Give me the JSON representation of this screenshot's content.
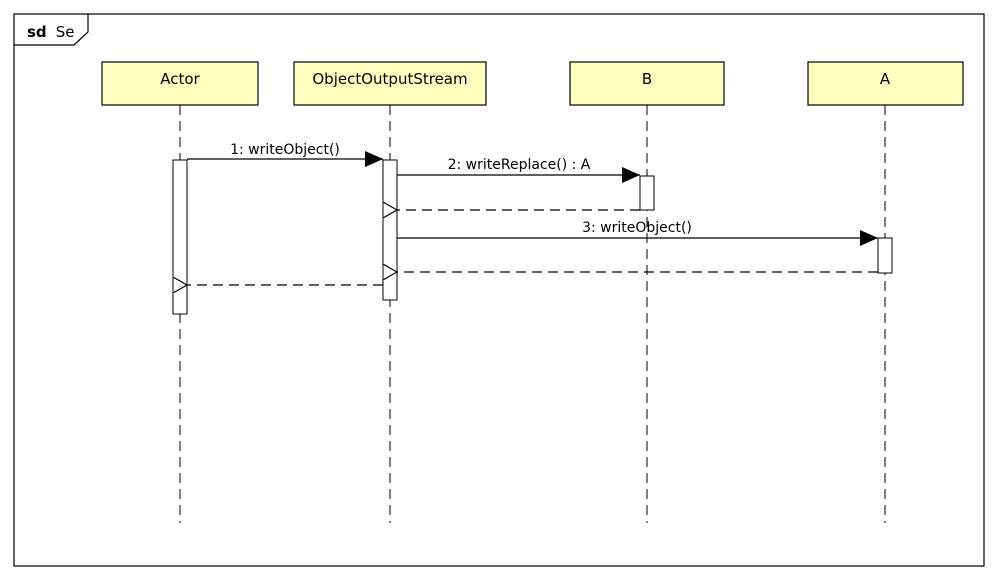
{
  "frame": {
    "keyword": "sd",
    "name": "Se"
  },
  "participants": [
    {
      "id": "actor",
      "label": "Actor"
    },
    {
      "id": "oos",
      "label": "ObjectOutputStream"
    },
    {
      "id": "b",
      "label": "B"
    },
    {
      "id": "a",
      "label": "A"
    }
  ],
  "messages": [
    {
      "id": "m1",
      "label": "1: writeObject()",
      "from": "Actor",
      "to": "ObjectOutputStream",
      "kind": "synchronous call"
    },
    {
      "id": "m2",
      "label": "2: writeReplace() : A",
      "from": "ObjectOutputStream",
      "to": "B",
      "kind": "synchronous call"
    },
    {
      "id": "r2",
      "label": "",
      "from": "B",
      "to": "ObjectOutputStream",
      "kind": "reply"
    },
    {
      "id": "m3",
      "label": "3: writeObject()",
      "from": "ObjectOutputStream",
      "to": "A",
      "kind": "synchronous call"
    },
    {
      "id": "r3",
      "label": "",
      "from": "A",
      "to": "ObjectOutputStream",
      "kind": "reply"
    },
    {
      "id": "r1",
      "label": "",
      "from": "ObjectOutputStream",
      "to": "Actor",
      "kind": "reply"
    }
  ],
  "colors": {
    "participant_fill": "#ffffc0",
    "line": "#000000",
    "background": "#ffffff"
  }
}
